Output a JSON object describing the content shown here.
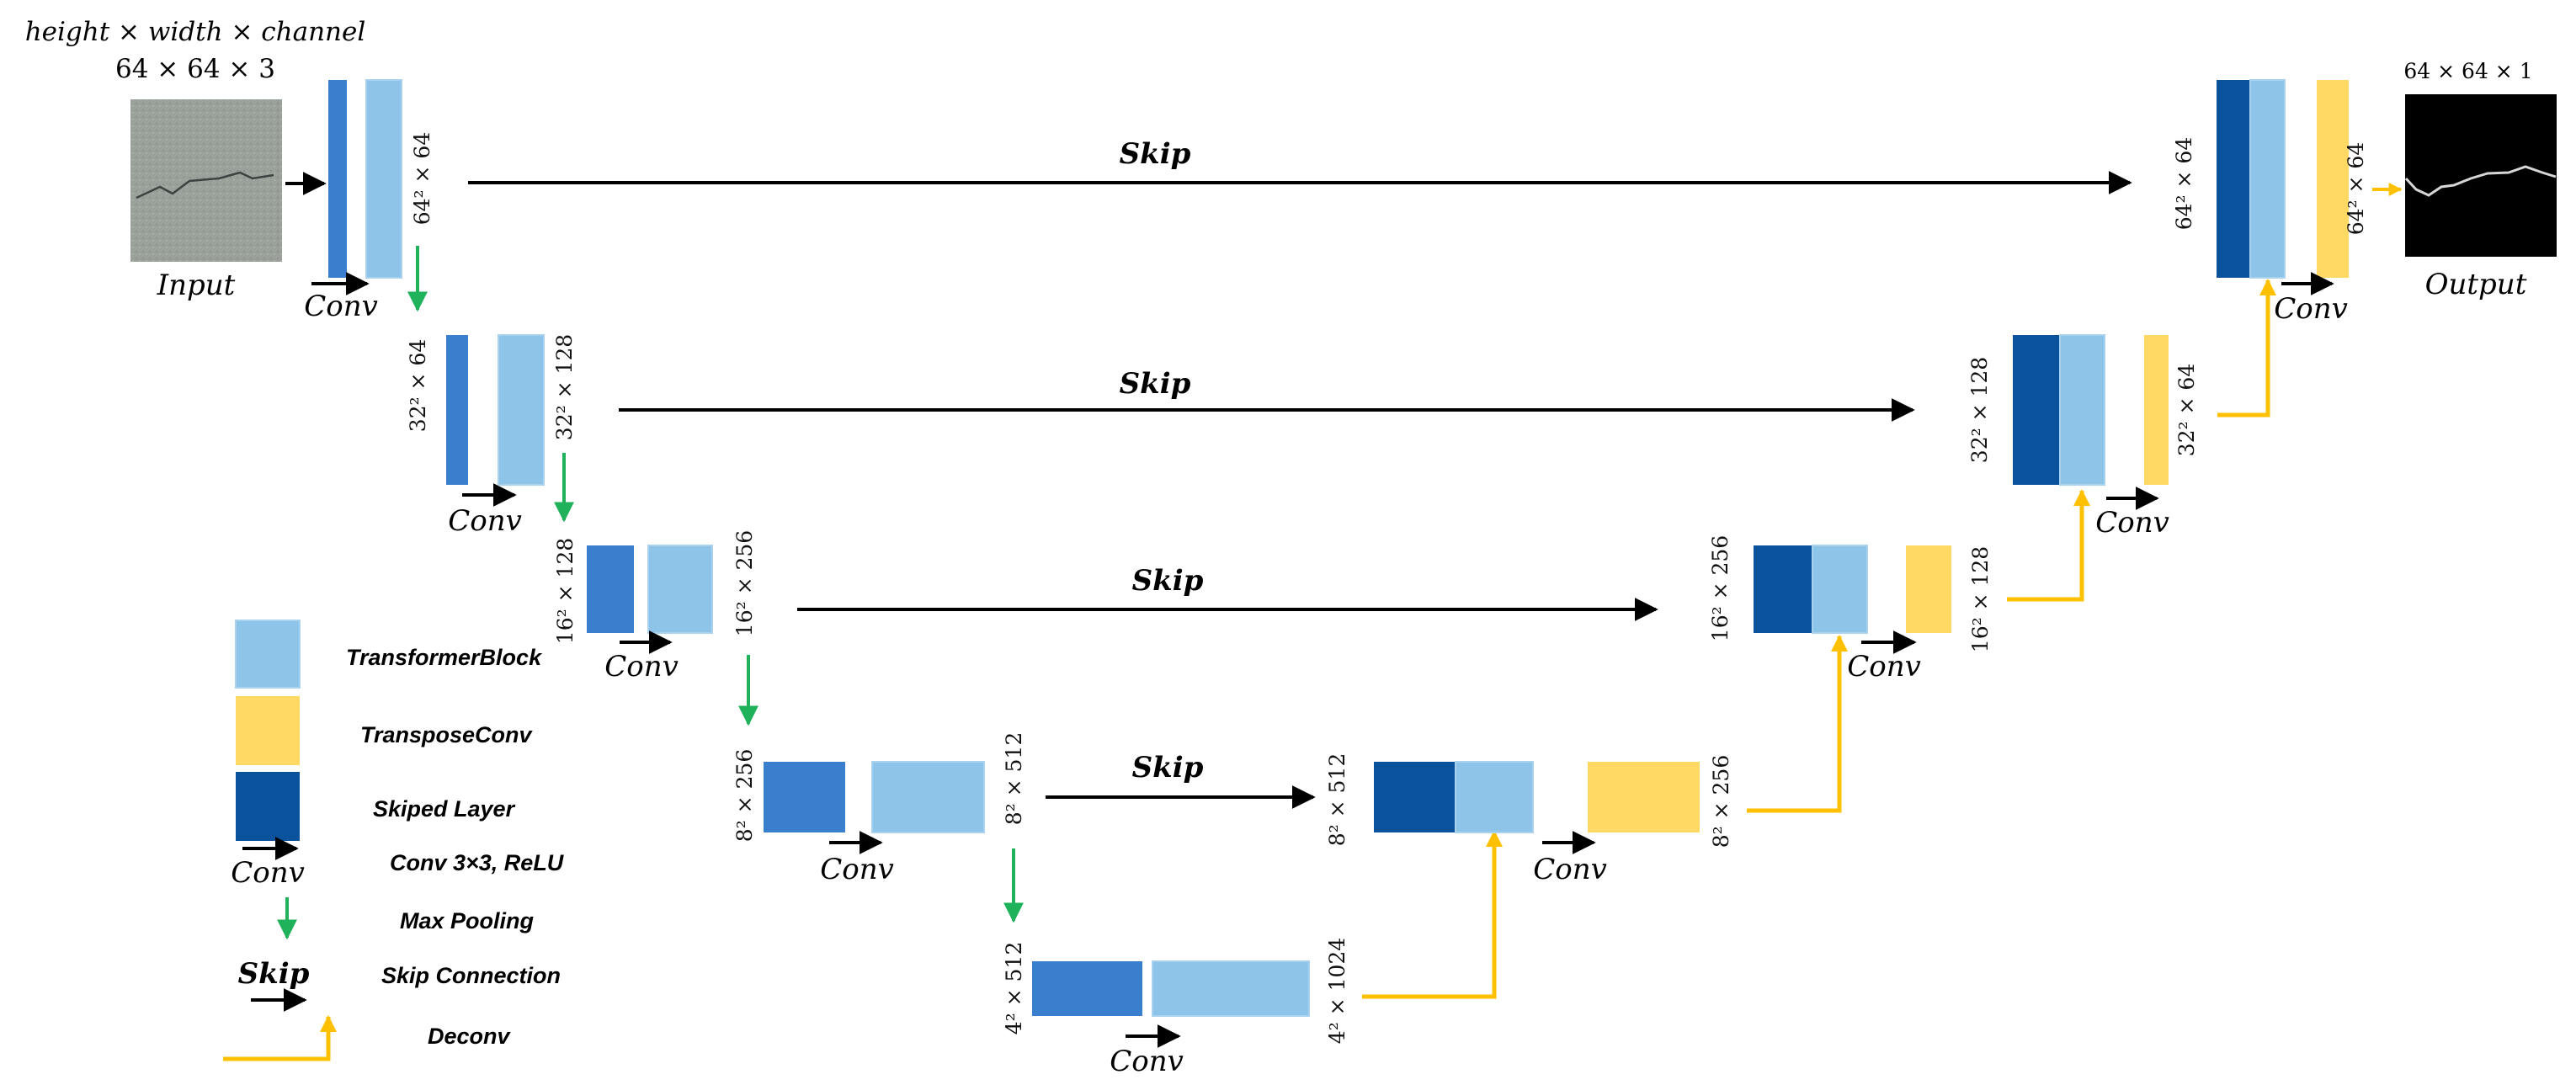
{
  "header": {
    "format_label": "height × width × channel",
    "input_dims": "64 × 64 × 3",
    "output_dims": "64 × 64 × 1"
  },
  "images": {
    "input_caption": "Input",
    "output_caption": "Output"
  },
  "labels": {
    "conv": "Conv",
    "skip": "Skip"
  },
  "dims": {
    "enc1": "64² × 64",
    "enc2_left": "32² × 64",
    "enc2_right": "32² × 128",
    "enc3_left": "16² × 128",
    "enc3_right": "16² × 256",
    "enc4_left": "8² × 256",
    "enc4_right": "8² × 512",
    "bot_left": "4² × 512",
    "bot_right": "4² × 1024",
    "dec4_left": "8² × 512",
    "dec4_right": "8² × 256",
    "dec3_left": "16² × 256",
    "dec3_right": "16² × 128",
    "dec2_left": "32² × 128",
    "dec2_right": "32² × 64",
    "dec1_left": "64² × 64",
    "dec1_right": "64² × 64"
  },
  "legend": {
    "transformer_block": "TransformerBlock",
    "transpose_conv": "TransposeConv",
    "skipped_layer": "Skiped Layer",
    "conv_desc": "Conv 3×3, ReLU",
    "max_pooling": "Max Pooling",
    "skip_connection": "Skip Connection",
    "deconv": "Deconv"
  },
  "colors": {
    "conv_blue": "#3a7fce",
    "transformer_light_blue": "#8dc4e8",
    "transpose_yellow": "#ffd964",
    "skipped_dark_blue": "#0a539c",
    "maxpool_green": "#1fb25a",
    "deconv_gold": "#ffc000",
    "skip_black": "#000000"
  }
}
